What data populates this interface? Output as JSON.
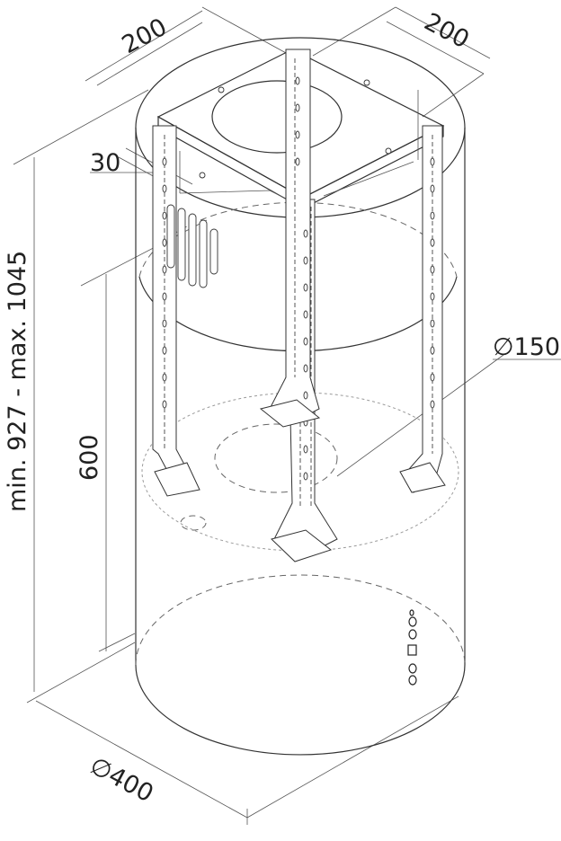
{
  "dimensions": {
    "top_width_1": "200",
    "top_width_2": "200",
    "offset": "30",
    "height_range": "min. 927 - max. 1045",
    "lower_height": "600",
    "outlet_diameter": "∅150",
    "body_diameter": "∅400"
  }
}
